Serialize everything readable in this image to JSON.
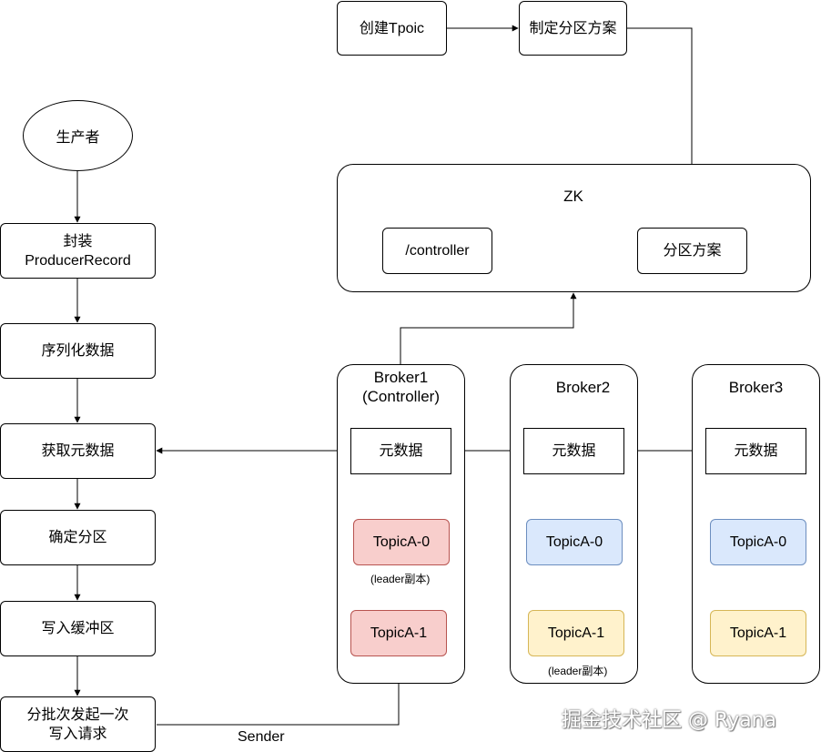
{
  "producer_flow": {
    "producer": "生产者",
    "wrap_line1": "封装",
    "wrap_line2": "ProducerRecord",
    "serialize": "序列化数据",
    "fetch_metadata": "获取元数据",
    "determine_partition": "确定分区",
    "write_buffer": "写入缓冲区",
    "batch_line1": "分批次发起一次",
    "batch_line2": "写入请求",
    "sender_label": "Sender"
  },
  "top_flow": {
    "create_topic": "创建Tpoic",
    "plan_partition": "制定分区方案"
  },
  "zk": {
    "title": "ZK",
    "controller": "/controller",
    "partition_plan": "分区方案"
  },
  "brokers": [
    {
      "title_line1": "Broker1",
      "title_line2": "(Controller)",
      "metadata": "元数据",
      "partition0": "TopicA-0",
      "partition1": "TopicA-1",
      "note": "(leader副本)"
    },
    {
      "title_line1": "Broker2",
      "title_line2": "",
      "metadata": "元数据",
      "partition0": "TopicA-0",
      "partition1": "TopicA-1",
      "note": "(leader副本)"
    },
    {
      "title_line1": "Broker3",
      "title_line2": "",
      "metadata": "元数据",
      "partition0": "TopicA-0",
      "partition1": "TopicA-1",
      "note": ""
    }
  ],
  "colors": {
    "red_fill": "#f8cecc",
    "blue_fill": "#dae8fc",
    "yellow_fill": "#fff2cc"
  },
  "watermark": "掘金技术社区 @ Ryana"
}
